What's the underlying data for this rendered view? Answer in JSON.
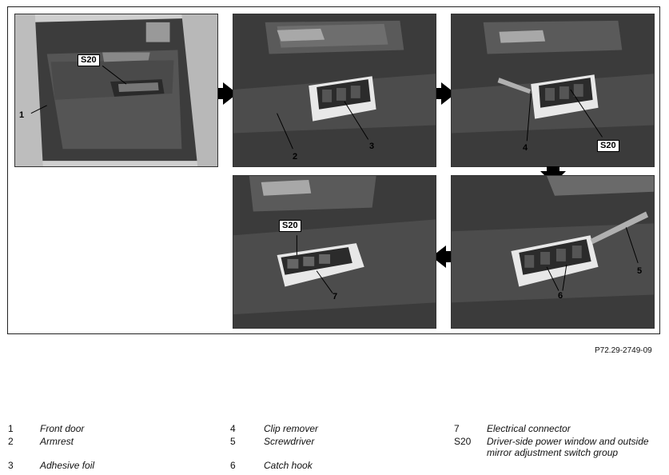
{
  "callouts": {
    "p1": [
      "1",
      "S20"
    ],
    "p2": [
      "2",
      "3"
    ],
    "p3": [
      "4",
      "S20"
    ],
    "p4": [
      "5",
      "6"
    ],
    "p5": [
      "S20",
      "7"
    ]
  },
  "figure_ref": "P72.29-2749-09",
  "legend": [
    {
      "num": "1",
      "text": "Front door"
    },
    {
      "num": "2",
      "text": "Armrest"
    },
    {
      "num": "3",
      "text": "Adhesive foil"
    },
    {
      "num": "4",
      "text": "Clip remover"
    },
    {
      "num": "5",
      "text": "Screwdriver"
    },
    {
      "num": "6",
      "text": "Catch hook"
    },
    {
      "num": "7",
      "text": "Electrical connector"
    },
    {
      "num": "S20",
      "text": "Driver-side power window and outside mirror adjustment switch group"
    }
  ],
  "colors": {
    "panel_dark": "#3a3a3a",
    "panel_mid": "#5c5c5c",
    "panel_light": "#a8a8a8",
    "foil": "#e8e8e8"
  }
}
